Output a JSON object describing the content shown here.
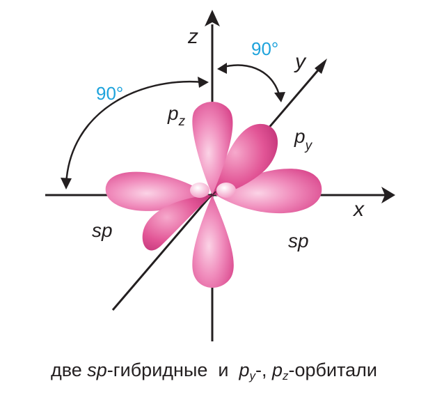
{
  "axes": {
    "x": "x",
    "y": "y",
    "z": "z"
  },
  "angles": {
    "left_arc": "90°",
    "right_arc": "90°"
  },
  "orbitals": {
    "sp_left": "sp",
    "sp_right": "sp",
    "pz_letter": "p",
    "pz_subscript": "z",
    "py_letter": "p",
    "py_subscript": "y"
  },
  "caption": {
    "part1": "две ",
    "sp": "sp",
    "part2": "-гибридные  и  ",
    "py_letter": "p",
    "py_sub": "y",
    "part3": "-, ",
    "pz_letter": "p",
    "pz_sub": "z",
    "part4": "-орбитали"
  },
  "colors": {
    "lobe": "#e04d92",
    "lobe_light": "#f7b9d5",
    "angle_text": "#1ea3dc",
    "line": "#231f20"
  }
}
